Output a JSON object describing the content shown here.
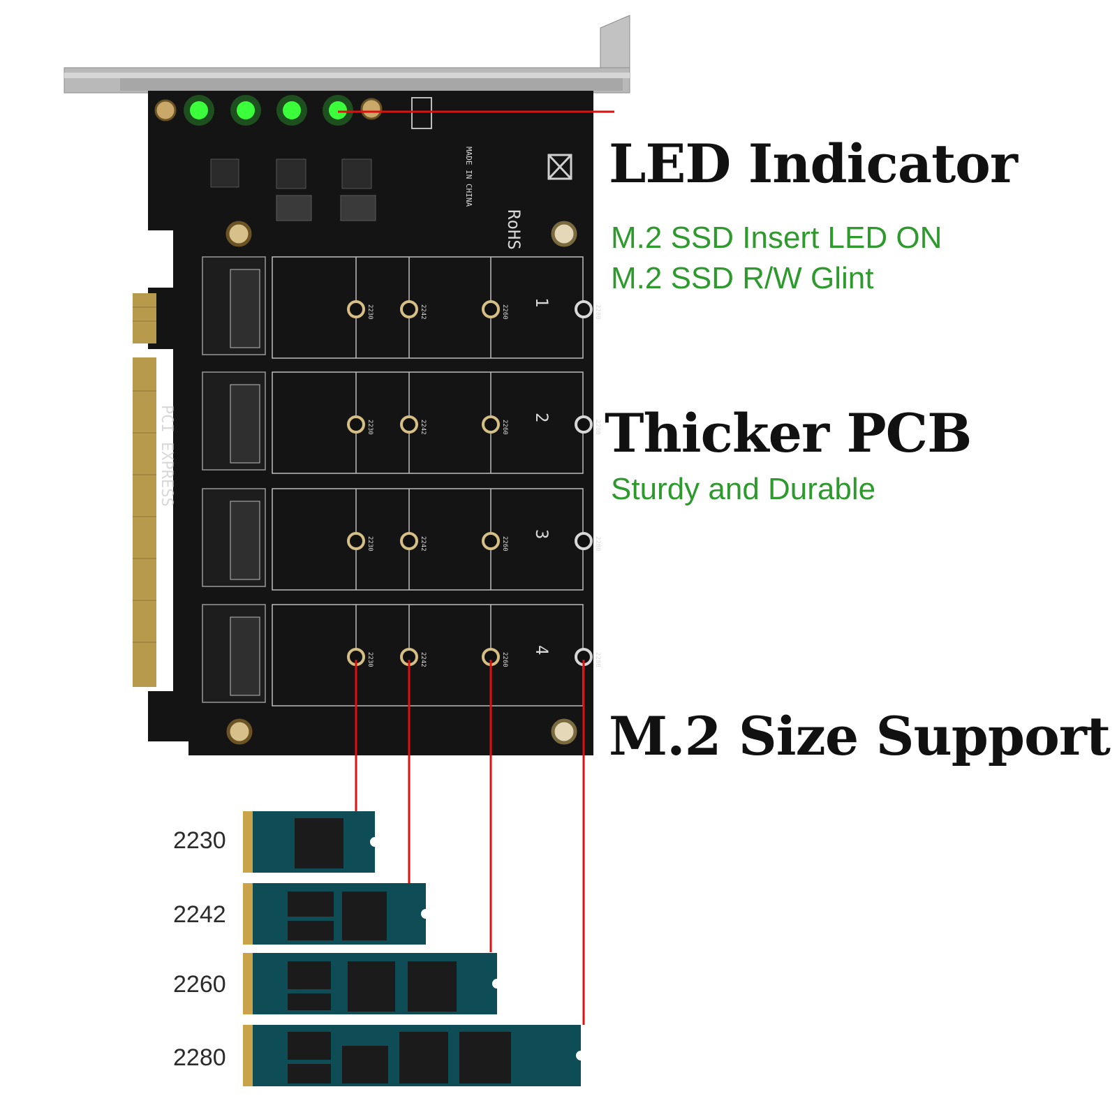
{
  "led_section": {
    "heading": "LED Indicator",
    "lines": [
      "M.2 SSD Insert LED ON",
      "M.2 SSD R/W Glint"
    ]
  },
  "pcb_section": {
    "heading": "Thicker PCB",
    "line": "Sturdy and Durable"
  },
  "size_section": {
    "heading": "M.2 Size Support",
    "sizes": [
      "2230",
      "2242",
      "2260",
      "2280"
    ]
  },
  "board": {
    "slot_numbers": [
      "1",
      "2",
      "3",
      "4"
    ],
    "mount_labels": [
      "2230",
      "2242",
      "2260",
      "2280"
    ],
    "logo_text": "PCI EXPRESS",
    "markings": [
      "RoHS",
      "MADE IN CHINA"
    ]
  },
  "colors": {
    "pcb": "#141414",
    "led": "#3cff3c",
    "callout_line": "#e01010",
    "ssd_body": "#0e4d55",
    "gold_contacts": "#c9a24a",
    "subtext": "#2e9a2e"
  }
}
